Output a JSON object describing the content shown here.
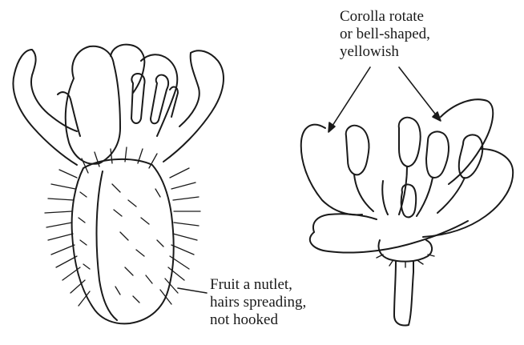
{
  "labels": {
    "corolla": {
      "lines": [
        "Corolla rotate",
        "or bell-shaped,",
        "yellowish"
      ]
    },
    "fruit": {
      "lines": [
        "Fruit a nutlet,",
        "hairs spreading,",
        "not hooked"
      ]
    }
  },
  "colors": {
    "ink": "#1a1a1a",
    "paper": "#ffffff"
  }
}
